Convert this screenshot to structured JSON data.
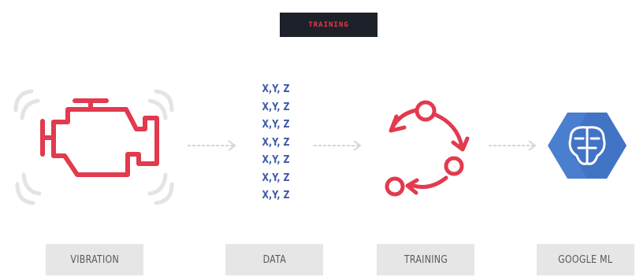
{
  "header": {
    "badge_text": "TRAINING"
  },
  "stages": [
    {
      "label": "VIBRATION",
      "icon": "engine-icon"
    },
    {
      "label": "DATA",
      "icon": "data-list"
    },
    {
      "label": "TRAINING",
      "icon": "cycle-icon"
    },
    {
      "label": "GOOGLE ML",
      "icon": "brain-hexagon-icon"
    }
  ],
  "data_rows": [
    "X,Y, Z",
    "X,Y, Z",
    "X,Y, Z",
    "X,Y, Z",
    "X,Y, Z",
    "X,Y, Z",
    "X,Y, Z"
  ],
  "colors": {
    "accent_red": "#e23a4e",
    "badge_bg": "#1d2129",
    "data_blue": "#3d5aa8",
    "google_blue": "#4a7fd0",
    "label_bg": "#e6e6e6",
    "arrow_gray": "#d6d6d6"
  }
}
